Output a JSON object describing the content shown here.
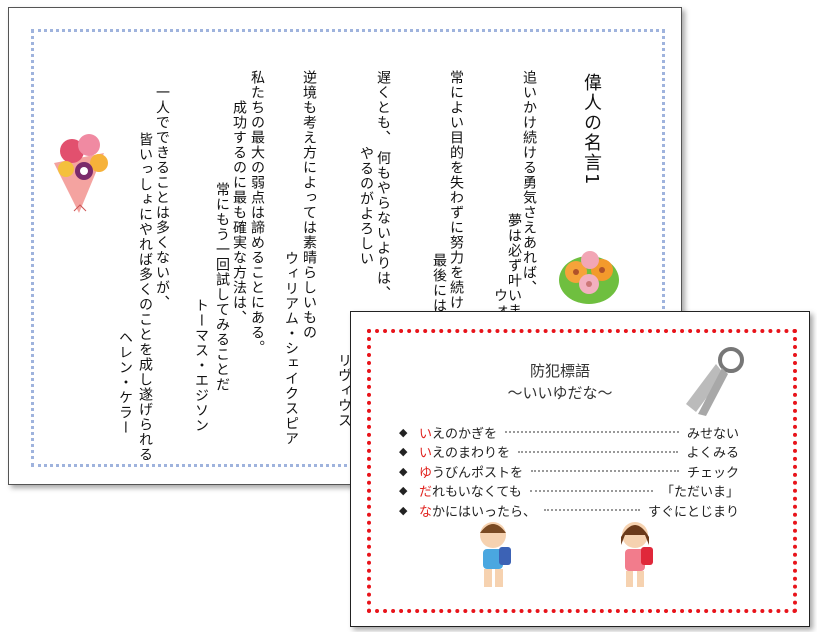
{
  "quotes_card": {
    "title": "偉人の名言1",
    "quotes": [
      {
        "lines": [
          "追いかけ続ける勇気さえあれば、",
          "夢は必ず叶います"
        ],
        "author": "ウォ"
      },
      {
        "lines": [
          "常によい目的を失わずに努力を続ける限り",
          "最後には必"
        ],
        "author": ""
      },
      {
        "lines": [
          "遅くとも、 何もやらないよりは、",
          "やるのがよろしい"
        ],
        "author": "リヴィウス"
      },
      {
        "lines": [
          "逆境も考え方によっては素晴らしいもの"
        ],
        "author": "ウィリアム・シェイクスピア"
      },
      {
        "lines": [
          "私たちの最大の弱点は諦めることにある。",
          "成功するのに最も確実な方法は、",
          "常にもう一回試してみることだ"
        ],
        "author": "トーマス・エジソン"
      },
      {
        "lines": [
          "一人でできることは多くないが、",
          "皆いっしょにやれば多くのことを成し遂げられる"
        ],
        "author": "ヘレン・ケラー"
      }
    ]
  },
  "crime_card": {
    "title": "防犯標語",
    "subtitle": "〜いいゆだな〜",
    "items": [
      {
        "head": "い",
        "rest": "えのかぎを",
        "end": "みせない"
      },
      {
        "head": "い",
        "rest": "えのまわりを",
        "end": "よくみる"
      },
      {
        "head": "ゆ",
        "rest": "うびんポストを",
        "end": "チェック"
      },
      {
        "head": "だ",
        "rest": "れもいなくても",
        "end": "「ただいま」"
      },
      {
        "head": "な",
        "rest": "かにはいったら、",
        "end": "すぐにとじまり"
      }
    ],
    "bullet": "◆",
    "accent": "#e0231f"
  }
}
